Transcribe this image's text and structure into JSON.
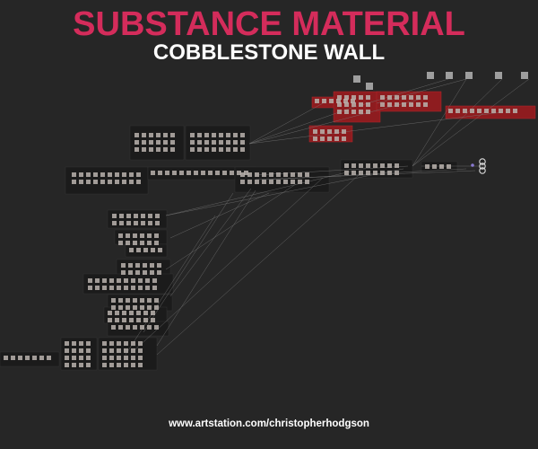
{
  "header": {
    "title": "SUBSTANCE MATERIAL",
    "subtitle": "COBBLESTONE WALL"
  },
  "footer": {
    "url": "www.artstation.com/christopherhodgson"
  },
  "colors": {
    "background": "#262626",
    "title": "#d42c5b",
    "subtitle": "#ffffff",
    "frame": "#1b1b1b",
    "frame_red": "#8e1c1f",
    "node": "#b9b2ad",
    "wire": "#7a7a7a"
  },
  "graph": {
    "type": "node-graph-overview"
  }
}
